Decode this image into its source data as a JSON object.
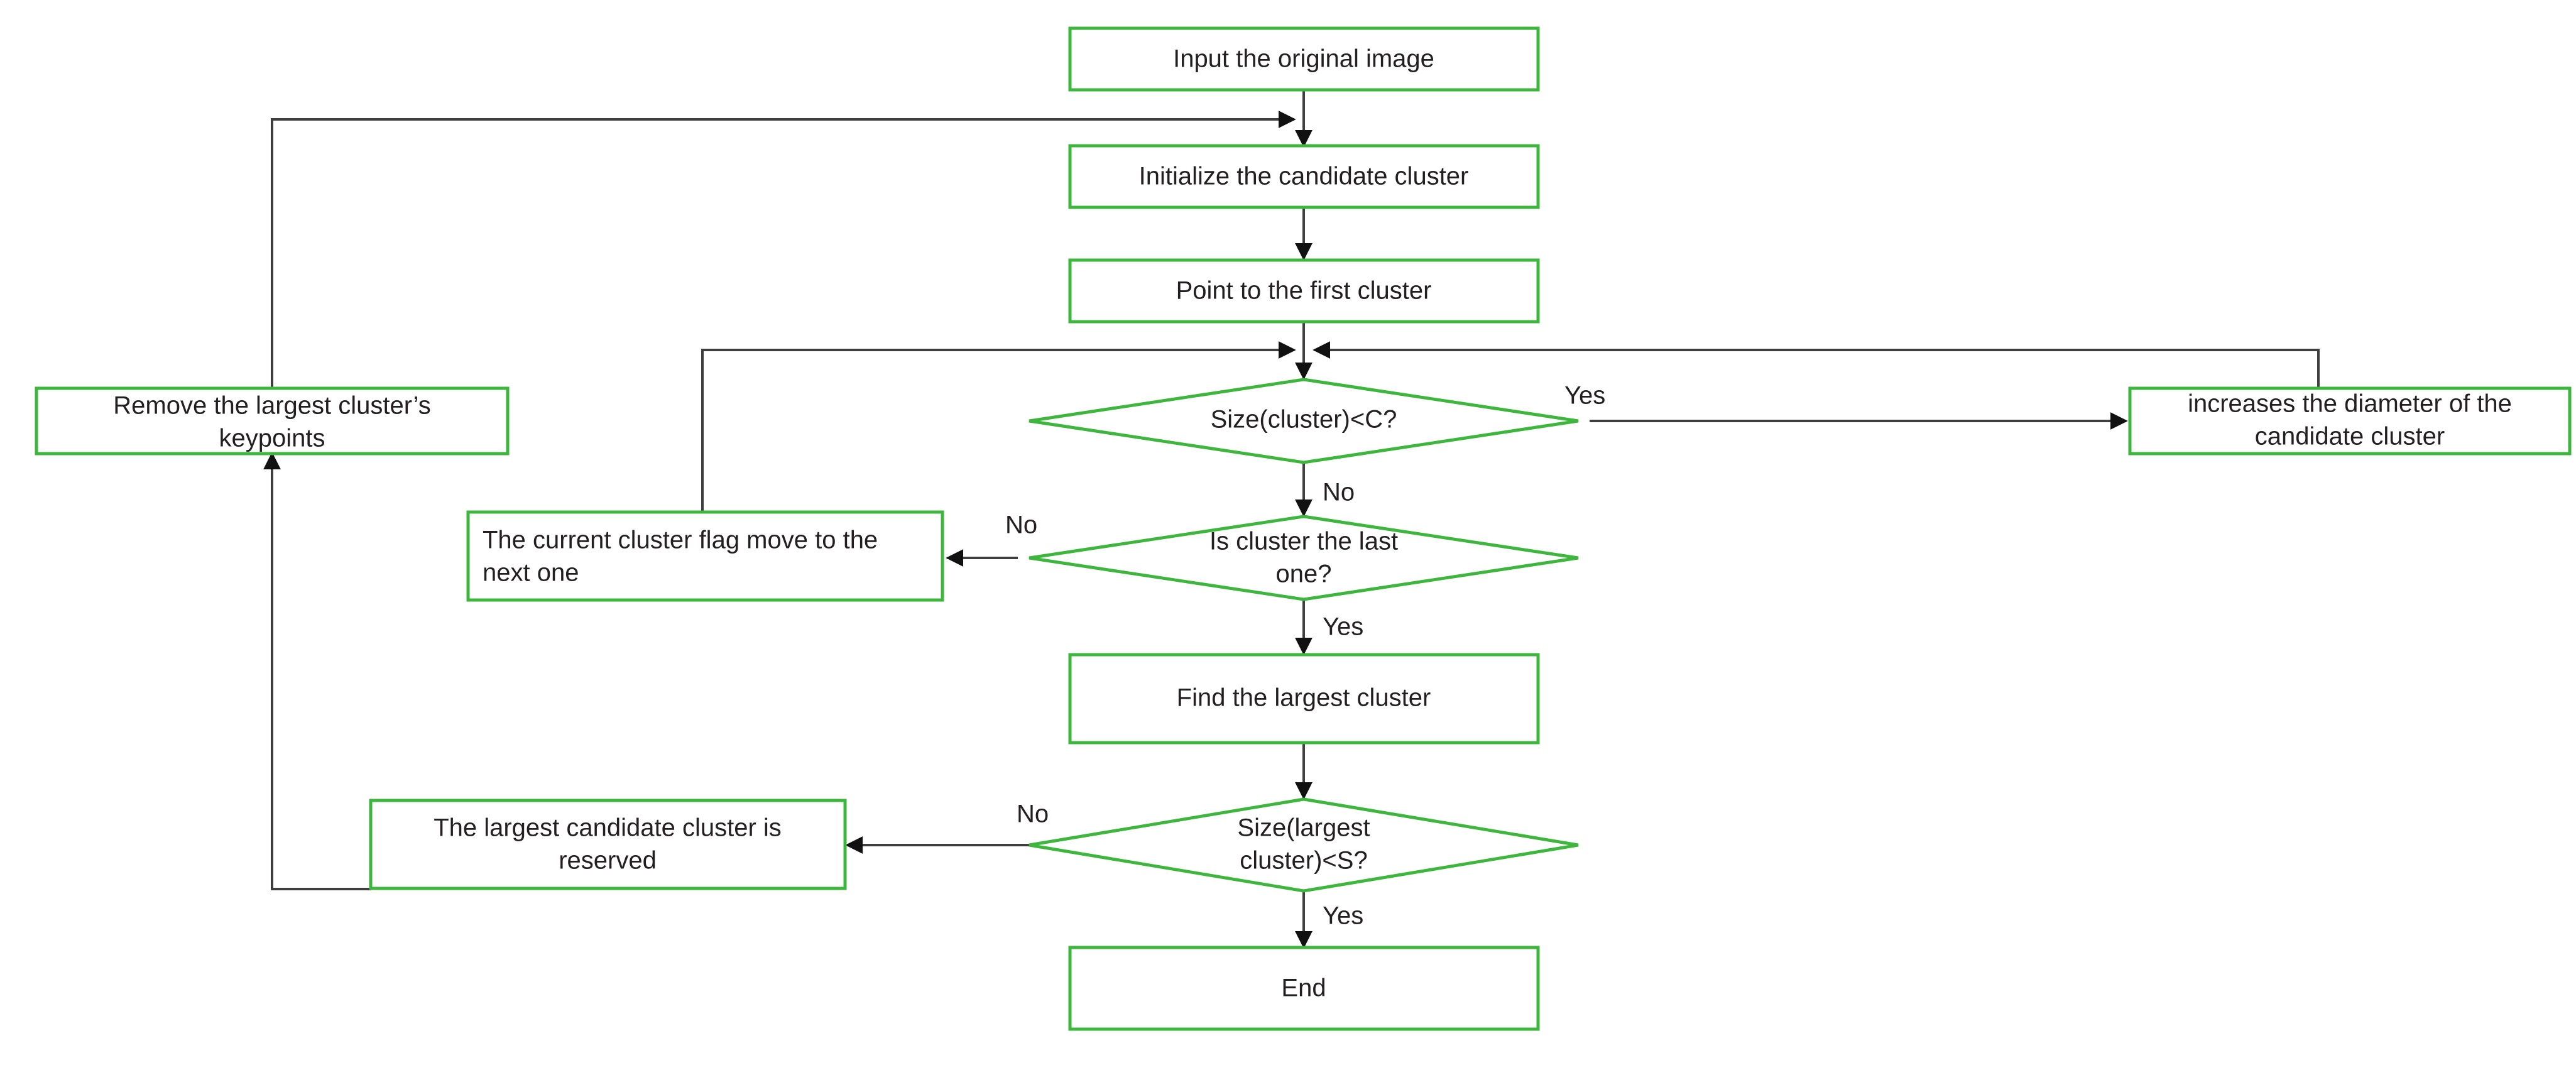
{
  "diagram": {
    "type": "flowchart",
    "title": "Candidate cluster selection flowchart",
    "theme": {
      "node_stroke": "#3eb63e",
      "node_fill": "#ffffff",
      "connector_stroke": "#3f3f3f",
      "text_color": "#231f20",
      "background": "#ffffff"
    },
    "nodes": [
      {
        "id": "input",
        "shape": "process",
        "label": "Input the original image"
      },
      {
        "id": "init",
        "shape": "process",
        "label": "Initialize the candidate cluster"
      },
      {
        "id": "point_first",
        "shape": "process",
        "label": "Point to the first cluster"
      },
      {
        "id": "size_c",
        "shape": "decision",
        "label": "Size(cluster)<C?"
      },
      {
        "id": "increase_dia",
        "shape": "process",
        "label_line1": "increases the diameter of the",
        "label_line2": "candidate cluster"
      },
      {
        "id": "is_last",
        "shape": "decision",
        "label_line1": "Is cluster the last",
        "label_line2": "one?"
      },
      {
        "id": "move_next",
        "shape": "process",
        "label_line1": "The current cluster flag move to the",
        "label_line2": "next one"
      },
      {
        "id": "find_largest",
        "shape": "process",
        "label": "Find the largest cluster"
      },
      {
        "id": "size_s",
        "shape": "decision",
        "label_line1": "Size(largest",
        "label_line2": "cluster)<S?"
      },
      {
        "id": "reserved",
        "shape": "process",
        "label_line1": "The  largest candidate cluster is",
        "label_line2": "reserved"
      },
      {
        "id": "remove_kp",
        "shape": "process",
        "label_line1": "Remove the largest cluster’s",
        "label_line2": "keypoints"
      },
      {
        "id": "end",
        "shape": "process",
        "label": "End"
      }
    ],
    "edge_labels": {
      "size_c_yes": "Yes",
      "size_c_no": "No",
      "is_last_no": "No",
      "is_last_yes": "Yes",
      "size_s_no": "No",
      "size_s_yes": "Yes"
    },
    "edges": [
      {
        "from": "input",
        "to": "init",
        "label": ""
      },
      {
        "from": "init",
        "to": "point_first",
        "label": ""
      },
      {
        "from": "point_first",
        "to": "size_c",
        "label": ""
      },
      {
        "from": "size_c",
        "to": "increase_dia",
        "label": "Yes"
      },
      {
        "from": "increase_dia",
        "to": "size_c",
        "label": ""
      },
      {
        "from": "size_c",
        "to": "is_last",
        "label": "No"
      },
      {
        "from": "is_last",
        "to": "move_next",
        "label": "No"
      },
      {
        "from": "move_next",
        "to": "size_c",
        "label": ""
      },
      {
        "from": "is_last",
        "to": "find_largest",
        "label": "Yes"
      },
      {
        "from": "find_largest",
        "to": "size_s",
        "label": ""
      },
      {
        "from": "size_s",
        "to": "reserved",
        "label": "No"
      },
      {
        "from": "reserved",
        "to": "remove_kp",
        "label": ""
      },
      {
        "from": "remove_kp",
        "to": "init",
        "label": ""
      },
      {
        "from": "size_s",
        "to": "end",
        "label": "Yes"
      }
    ]
  }
}
